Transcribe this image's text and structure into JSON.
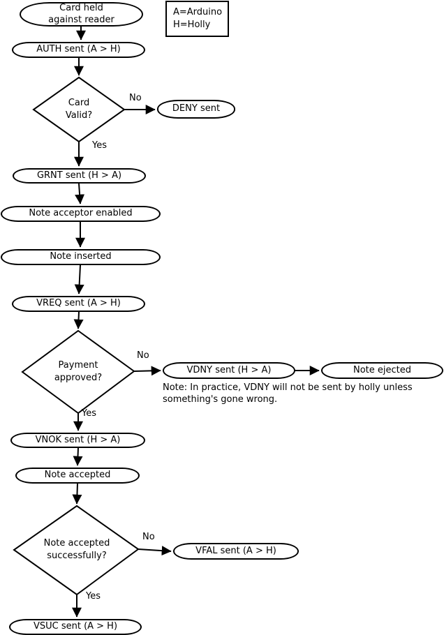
{
  "diagram": {
    "legend": {
      "lines": [
        "A=Arduino",
        "H=Holly"
      ]
    },
    "nodes": {
      "card_held": {
        "lines": [
          "Card held",
          "against reader"
        ]
      },
      "auth_sent": {
        "label": "AUTH sent (A > H)"
      },
      "card_valid": {
        "lines": [
          "Card",
          "Valid?"
        ]
      },
      "deny_sent": {
        "label": "DENY sent"
      },
      "grnt_sent": {
        "label": "GRNT sent (H > A)"
      },
      "note_acceptor_enabled": {
        "label": "Note acceptor enabled"
      },
      "note_inserted": {
        "label": "Note inserted"
      },
      "vreq_sent": {
        "label": "VREQ sent (A > H)"
      },
      "payment_approved": {
        "lines": [
          "Payment",
          "approved?"
        ]
      },
      "vdny_sent": {
        "label": "VDNY sent (H > A)"
      },
      "note_ejected": {
        "label": "Note ejected"
      },
      "vnok_sent": {
        "label": "VNOK sent (H > A)"
      },
      "note_accepted": {
        "label": "Note accepted"
      },
      "note_accepted_successfully": {
        "lines": [
          "Note accepted",
          "successfully?"
        ]
      },
      "vfal_sent": {
        "label": "VFAL sent (A > H)"
      },
      "vsuc_sent": {
        "label": "VSUC sent (A > H)"
      }
    },
    "edge_labels": {
      "card_valid_no": "No",
      "card_valid_yes": "Yes",
      "payment_no": "No",
      "payment_yes": "Yes",
      "accepted_no": "No",
      "accepted_yes": "Yes"
    },
    "note": {
      "lines": [
        "Note: In practice, VDNY will not be sent by holly unless",
        "something's gone wrong."
      ]
    },
    "colors": {
      "stroke": "#000000",
      "background": "#ffffff"
    }
  }
}
